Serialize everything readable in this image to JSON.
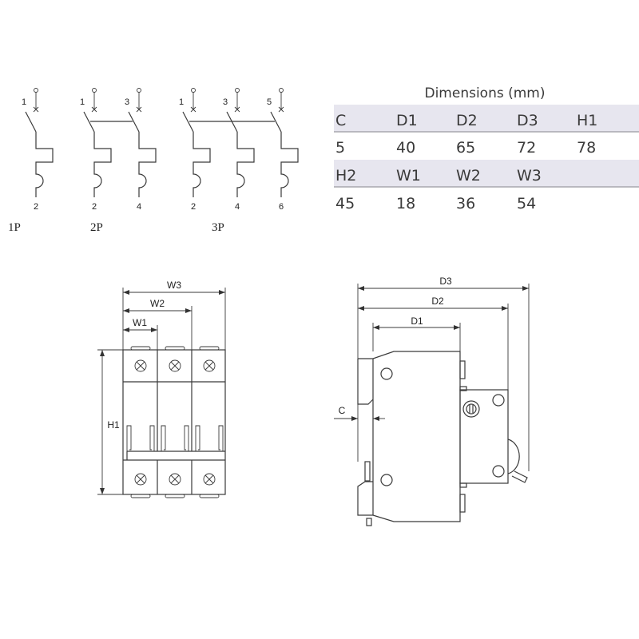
{
  "schematics": [
    {
      "label": "1P",
      "poles": [
        {
          "in": "1",
          "out": "2"
        }
      ]
    },
    {
      "label": "2P",
      "poles": [
        {
          "in": "1",
          "out": "2"
        },
        {
          "in": "3",
          "out": "4"
        }
      ]
    },
    {
      "label": "3P",
      "poles": [
        {
          "in": "1",
          "out": "2"
        },
        {
          "in": "3",
          "out": "4"
        },
        {
          "in": "5",
          "out": "6"
        }
      ]
    }
  ],
  "table": {
    "title": "Dimensions (mm)",
    "rows": [
      [
        "C",
        "D1",
        "D2",
        "D3",
        "H1"
      ],
      [
        "5",
        "40",
        "65",
        "72",
        "78"
      ],
      [
        "H2",
        "W1",
        "W2",
        "W3",
        ""
      ],
      [
        "45",
        "18",
        "36",
        "54",
        ""
      ]
    ]
  },
  "front_view": {
    "w1": "W1",
    "w2": "W2",
    "w3": "W3",
    "h1": "H1"
  },
  "side_view": {
    "d1": "D1",
    "d2": "D2",
    "d3": "D3",
    "c": "C"
  },
  "colors": {
    "header_band": "#e7e6ef",
    "line": "#3a3a3a"
  }
}
